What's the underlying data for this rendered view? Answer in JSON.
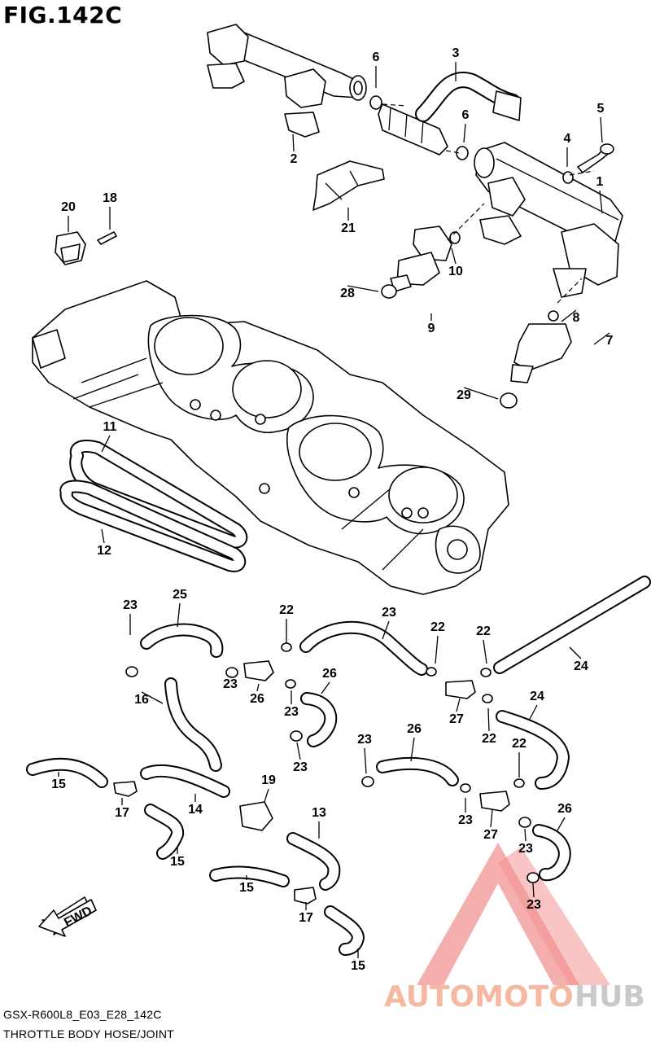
{
  "figure": {
    "title": "FIG.142C",
    "model_code": "GSX-R600L8_E03_E28_142C",
    "caption": "THROTTLE BODY HOSE/JOINT"
  },
  "fwd_label": "FWD",
  "watermark": {
    "text_a": "AUTOMOTO",
    "text_b": "HUB",
    "color_a": "#f5b8a0",
    "color_b": "#c9c9c9",
    "triangle_color": "#f08080"
  },
  "callouts": [
    "1",
    "2",
    "3",
    "4",
    "5",
    "6",
    "6",
    "7",
    "8",
    "9",
    "10",
    "11",
    "12",
    "13",
    "14",
    "15",
    "15",
    "15",
    "15",
    "16",
    "17",
    "17",
    "18",
    "19",
    "20",
    "21",
    "22",
    "22",
    "22",
    "22",
    "22",
    "23",
    "23",
    "23",
    "23",
    "23",
    "23",
    "23",
    "23",
    "23",
    "24",
    "24",
    "25",
    "26",
    "26",
    "26",
    "26",
    "27",
    "27",
    "28",
    "29",
    "29"
  ]
}
